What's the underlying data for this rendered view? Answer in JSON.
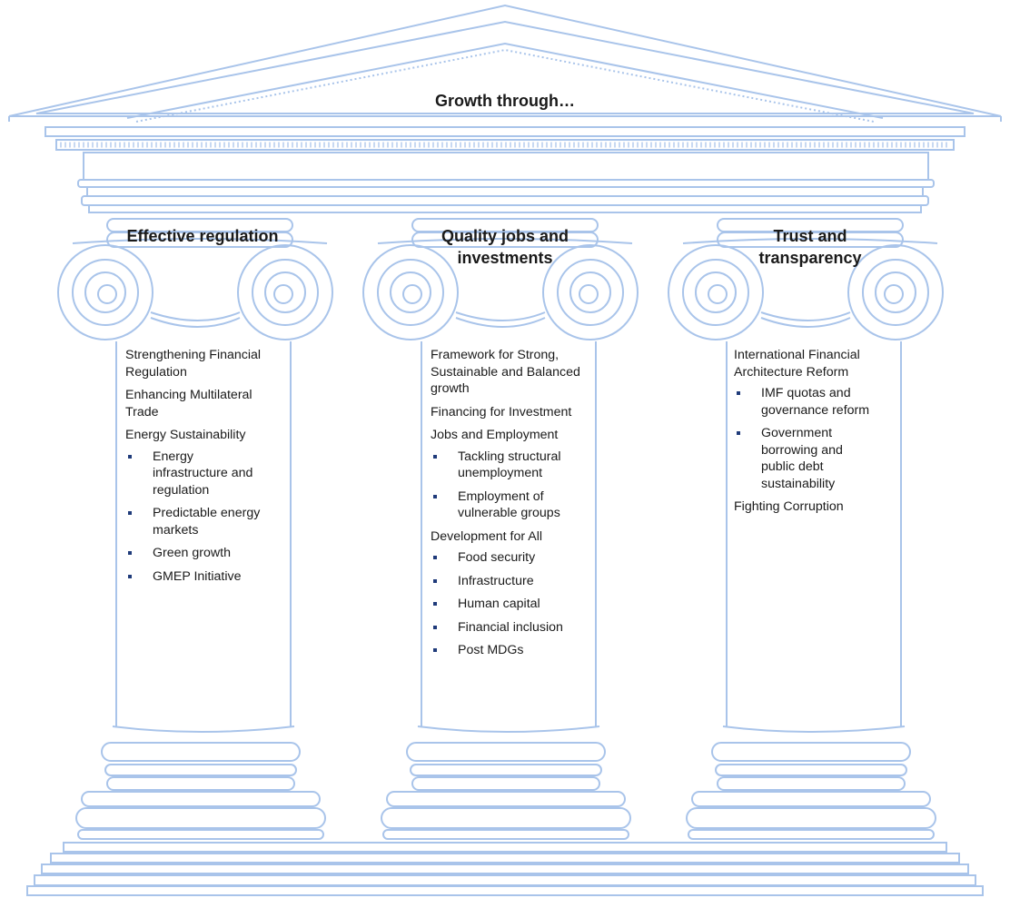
{
  "title": "Growth through…",
  "colors": {
    "outline": "#a9c4ea",
    "bullet": "#1f3b7a",
    "text": "#1a1a1a"
  },
  "pillars": [
    {
      "heading": "Effective regulation",
      "items": [
        {
          "label": "Strengthening Financial Regulation",
          "subitems": []
        },
        {
          "label": "Enhancing Multilateral Trade",
          "subitems": []
        },
        {
          "label": "Energy Sustainability",
          "subitems": [
            "Energy infrastructure and regulation",
            "Predictable energy markets",
            "Green growth",
            "GMEP Initiative"
          ]
        }
      ]
    },
    {
      "heading": "Quality jobs and investments",
      "items": [
        {
          "label": "Framework for Strong, Sustainable and Balanced growth",
          "subitems": []
        },
        {
          "label": "Financing for Investment",
          "subitems": []
        },
        {
          "label": "Jobs and Employment",
          "subitems": [
            "Tackling structural unemployment",
            "Employment of vulnerable groups"
          ]
        },
        {
          "label": "Development for All",
          "subitems": [
            "Food security",
            "Infrastructure",
            "Human capital",
            "Financial inclusion",
            "Post MDGs"
          ]
        }
      ]
    },
    {
      "heading": "Trust and transparency",
      "items": [
        {
          "label": "International Financial Architecture Reform",
          "subitems": [
            "IMF quotas and governance reform",
            "Government borrowing and public debt sustainability"
          ]
        },
        {
          "label": "Fighting Corruption",
          "subitems": []
        }
      ]
    }
  ]
}
